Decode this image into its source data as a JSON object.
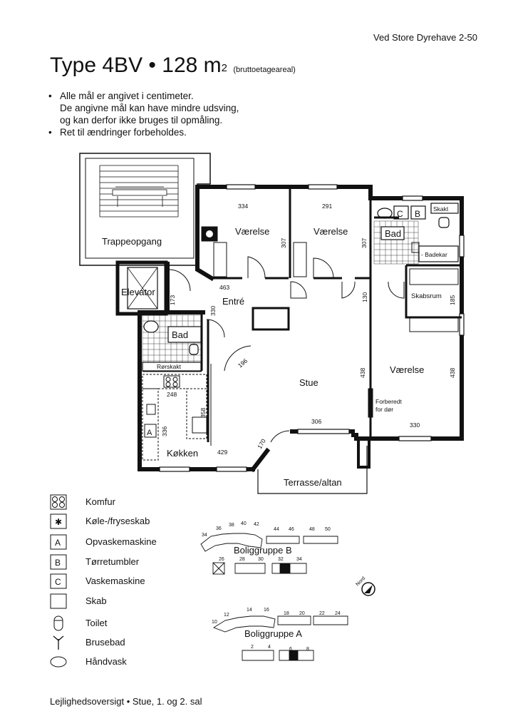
{
  "header": {
    "address": "Ved Store Dyrehave 2-50",
    "type_label": "Type 4BV",
    "bullet": "•",
    "area": "128 m",
    "area_sup": "2",
    "area_note": "(bruttoetageareal)"
  },
  "notes": [
    "Alle mål er angivet i centimeter.",
    "De angivne mål kan have mindre udsving,",
    "og kan derfor ikke bruges til opmåling.",
    "Ret til ændringer forbeholdes."
  ],
  "rooms": {
    "vaerelse_1": "Værelse",
    "vaerelse_2": "Værelse",
    "vaerelse_3": "Værelse",
    "bad_1": "Bad",
    "bad_2": "Bad",
    "trappeopgang": "Trappeopgang",
    "elevator": "Elevator",
    "entre": "Entré",
    "stue": "Stue",
    "koekken": "Køkken",
    "skabsrum": "Skabsrum",
    "rorskakt": "Rørskakt",
    "skakt": "Skakt",
    "badekar": "- Badekar",
    "terrasse": "Terrasse/altan",
    "forberedt_1": "Forberedt",
    "forberedt_2": "for dør",
    "c": "C",
    "b": "B",
    "a": "A"
  },
  "dimensions": {
    "d334": "334",
    "d291": "291",
    "d307a": "307",
    "d307b": "307",
    "d463": "463",
    "d173": "173",
    "d330a": "330",
    "d130": "130",
    "d185": "185",
    "d196": "196",
    "d438a": "438",
    "d438b": "438",
    "d248": "248",
    "d358": "358",
    "d336": "336",
    "d306": "306",
    "d330b": "330",
    "d170": "170",
    "d429": "429"
  },
  "legend": [
    {
      "icon": "komfur-icon",
      "label": "Komfur"
    },
    {
      "icon": "fridge-freezer-icon",
      "label": "Køle-/fryseskab"
    },
    {
      "icon": "dishwasher-icon",
      "label": "Opvaskemaskine"
    },
    {
      "icon": "dryer-icon",
      "label": "Tørretumbler"
    },
    {
      "icon": "washing-machine-icon",
      "label": "Vaskemaskine"
    },
    {
      "icon": "cabinet-icon",
      "label": "Skab"
    },
    {
      "icon": "toilet-icon",
      "label": "Toilet"
    },
    {
      "icon": "shower-icon",
      "label": "Brusebad"
    },
    {
      "icon": "sink-icon",
      "label": "Håndvask"
    }
  ],
  "legend_letters": {
    "a": "A",
    "b": "B",
    "c": "C",
    "star": "✱"
  },
  "site": {
    "gruppe_b": "Boliggruppe B",
    "gruppe_a": "Boliggruppe A",
    "nord": "Nord",
    "b_top": [
      "34",
      "36",
      "38",
      "40",
      "42",
      "44",
      "46",
      "48",
      "50"
    ],
    "b_bottom": [
      "26",
      "28",
      "30",
      "32",
      "34"
    ],
    "a_top": [
      "10",
      "12",
      "14",
      "16",
      "18",
      "20",
      "22",
      "24"
    ],
    "a_bottom": [
      "2",
      "4",
      "6",
      "8"
    ]
  },
  "footer": {
    "left": "Lejlighedsoversigt",
    "bullet": "•",
    "right": "Stue, 1. og 2. sal"
  }
}
